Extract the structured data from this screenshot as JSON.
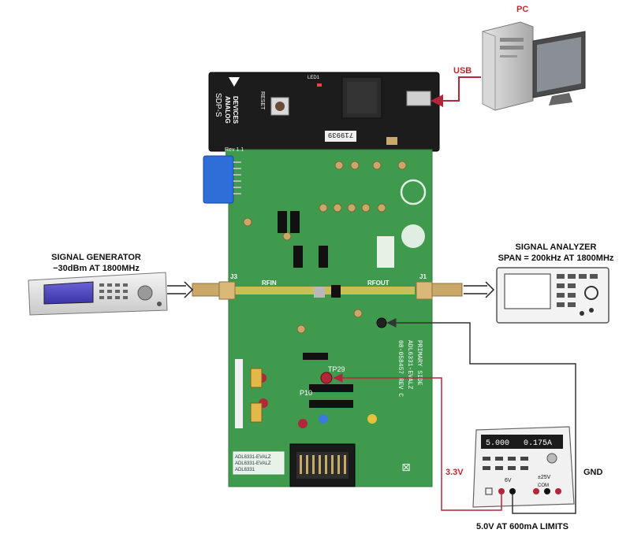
{
  "labels": {
    "pc": "PC",
    "usb": "USB",
    "signal_generator_title": "SIGNAL GENERATOR",
    "signal_generator_setting": "−30dBm AT 1800MHz",
    "signal_analyzer_title": "SIGNAL ANALYZER",
    "signal_analyzer_setting": "SPAN = 200kHz AT 1800MHz",
    "voltage_3v3": "3.3V",
    "gnd": "GND",
    "supply_limits": "5.0V AT 600mA LIMITS"
  },
  "sdp_board": {
    "name": "SDP-S",
    "brand_line1": "ANALOG",
    "brand_line2": "DEVICES",
    "reset": "RESET",
    "serial": "719939",
    "led": "LED1"
  },
  "eval_board": {
    "rev": "Rev 1.1",
    "rfin": "RFIN",
    "rfout": "RFOUT",
    "j1": "J1",
    "j3": "J3",
    "tp29": "TP29",
    "p10": "P10",
    "board_id": "08-058457 REV C",
    "board_name": "ADL6331-EVALZ",
    "side": "PRIMARY SIDE",
    "model_box": [
      "ADL6331-EVALZ",
      "ADL6331-EVALZ",
      "ADL6331"
    ]
  },
  "power_supply": {
    "display_v": "5.000",
    "display_a": "0.175A",
    "out_6v": "6V",
    "out_25v": "±25V",
    "com": "COM"
  },
  "colors": {
    "pcb_green": "#3f9a4e",
    "sdp_black": "#1c1c1c",
    "usb_red": "#b3273a",
    "wire_red": "#b3273a",
    "wire_dark": "#333333"
  }
}
